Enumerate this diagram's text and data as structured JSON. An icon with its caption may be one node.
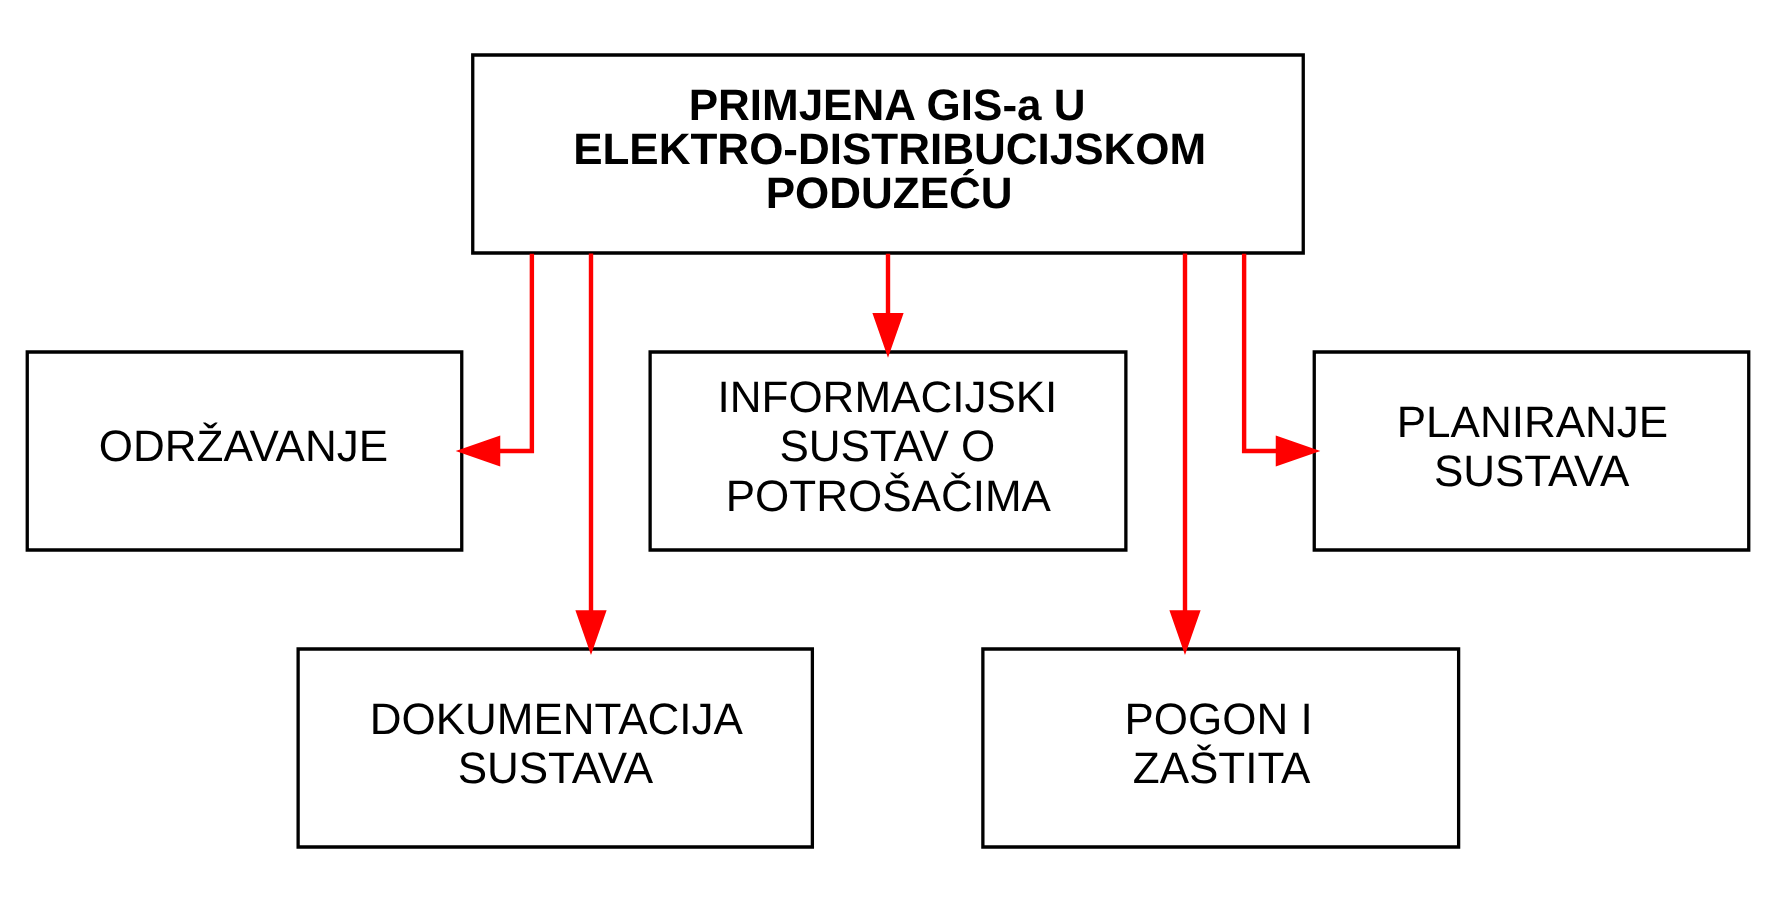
{
  "diagram": {
    "nodes": [
      {
        "text": [
          "PRIMJENA GIS-a U ELEKTRO-DISTRIBUCIJSKOM PODUZEĆU"
        ]
      },
      {
        "text": [
          "ODRŽAVANJE"
        ]
      },
      {
        "text": [
          "INFORMACIJSKI SUSTAV O POTROŠAČIMA"
        ]
      },
      {
        "text": [
          "PLANIRANJE SUSTAVA"
        ]
      },
      {
        "text": [
          "DOKUMENTACIJA SUSTAVA"
        ]
      },
      {
        "text": [
          "POGON I ZAŠTITA"
        ]
      }
    ],
    "edges": [
      {
        "from": 0,
        "to": 1,
        "arrow": "to"
      },
      {
        "from": 0,
        "to": 4,
        "arrow": "to"
      },
      {
        "from": 0,
        "to": 2,
        "arrow": "to"
      },
      {
        "from": 0,
        "to": 5,
        "arrow": "to"
      },
      {
        "from": 0,
        "to": 3,
        "arrow": "to"
      }
    ]
  }
}
